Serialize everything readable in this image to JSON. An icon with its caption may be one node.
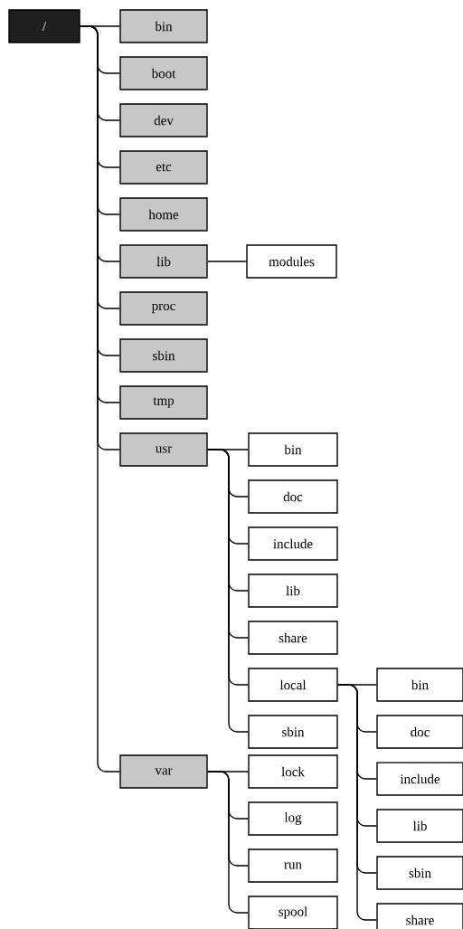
{
  "diagram": {
    "nodes": [
      {
        "text": [
          "/"
        ]
      },
      {
        "text": [
          "bin"
        ]
      },
      {
        "text": [
          "boot"
        ]
      },
      {
        "text": [
          "dev"
        ]
      },
      {
        "text": [
          "etc"
        ]
      },
      {
        "text": [
          "home"
        ]
      },
      {
        "text": [
          "lib"
        ]
      },
      {
        "text": [
          "modules"
        ]
      },
      {
        "text": [
          "proc"
        ]
      },
      {
        "text": [
          "sbin"
        ]
      },
      {
        "text": [
          "tmp"
        ]
      },
      {
        "text": [
          "usr"
        ]
      },
      {
        "text": [
          "bin"
        ]
      },
      {
        "text": [
          "doc"
        ]
      },
      {
        "text": [
          "include"
        ]
      },
      {
        "text": [
          "lib"
        ]
      },
      {
        "text": [
          "share"
        ]
      },
      {
        "text": [
          "local"
        ]
      },
      {
        "text": [
          "bin"
        ]
      },
      {
        "text": [
          "doc"
        ]
      },
      {
        "text": [
          "include"
        ]
      },
      {
        "text": [
          "lib"
        ]
      },
      {
        "text": [
          "sbin"
        ]
      },
      {
        "text": [
          "share"
        ]
      },
      {
        "text": [
          "sbin"
        ]
      },
      {
        "text": [
          "var"
        ]
      },
      {
        "text": [
          "lock"
        ]
      },
      {
        "text": [
          "log"
        ]
      },
      {
        "text": [
          "run"
        ]
      },
      {
        "text": [
          "spool"
        ]
      }
    ],
    "edges": [
      {
        "from": 0,
        "to": 1,
        "arrow": "none"
      },
      {
        "from": 0,
        "to": 2,
        "arrow": "none"
      },
      {
        "from": 0,
        "to": 3,
        "arrow": "none"
      },
      {
        "from": 0,
        "to": 4,
        "arrow": "none"
      },
      {
        "from": 0,
        "to": 5,
        "arrow": "none"
      },
      {
        "from": 0,
        "to": 6,
        "arrow": "none"
      },
      {
        "from": 6,
        "to": 7,
        "arrow": "none"
      },
      {
        "from": 0,
        "to": 8,
        "arrow": "none"
      },
      {
        "from": 0,
        "to": 9,
        "arrow": "none"
      },
      {
        "from": 0,
        "to": 10,
        "arrow": "none"
      },
      {
        "from": 0,
        "to": 11,
        "arrow": "none"
      },
      {
        "from": 11,
        "to": 12,
        "arrow": "none"
      },
      {
        "from": 11,
        "to": 13,
        "arrow": "none"
      },
      {
        "from": 11,
        "to": 14,
        "arrow": "none"
      },
      {
        "from": 11,
        "to": 15,
        "arrow": "none"
      },
      {
        "from": 11,
        "to": 16,
        "arrow": "none"
      },
      {
        "from": 11,
        "to": 17,
        "arrow": "none"
      },
      {
        "from": 17,
        "to": 18,
        "arrow": "none"
      },
      {
        "from": 17,
        "to": 19,
        "arrow": "none"
      },
      {
        "from": 17,
        "to": 20,
        "arrow": "none"
      },
      {
        "from": 17,
        "to": 21,
        "arrow": "none"
      },
      {
        "from": 17,
        "to": 22,
        "arrow": "none"
      },
      {
        "from": 17,
        "to": 23,
        "arrow": "none"
      },
      {
        "from": 11,
        "to": 24,
        "arrow": "none"
      },
      {
        "from": 0,
        "to": 25,
        "arrow": "none"
      },
      {
        "from": 25,
        "to": 26,
        "arrow": "none"
      },
      {
        "from": 25,
        "to": 27,
        "arrow": "none"
      },
      {
        "from": 25,
        "to": 28,
        "arrow": "none"
      },
      {
        "from": 25,
        "to": 29,
        "arrow": "none"
      }
    ]
  }
}
